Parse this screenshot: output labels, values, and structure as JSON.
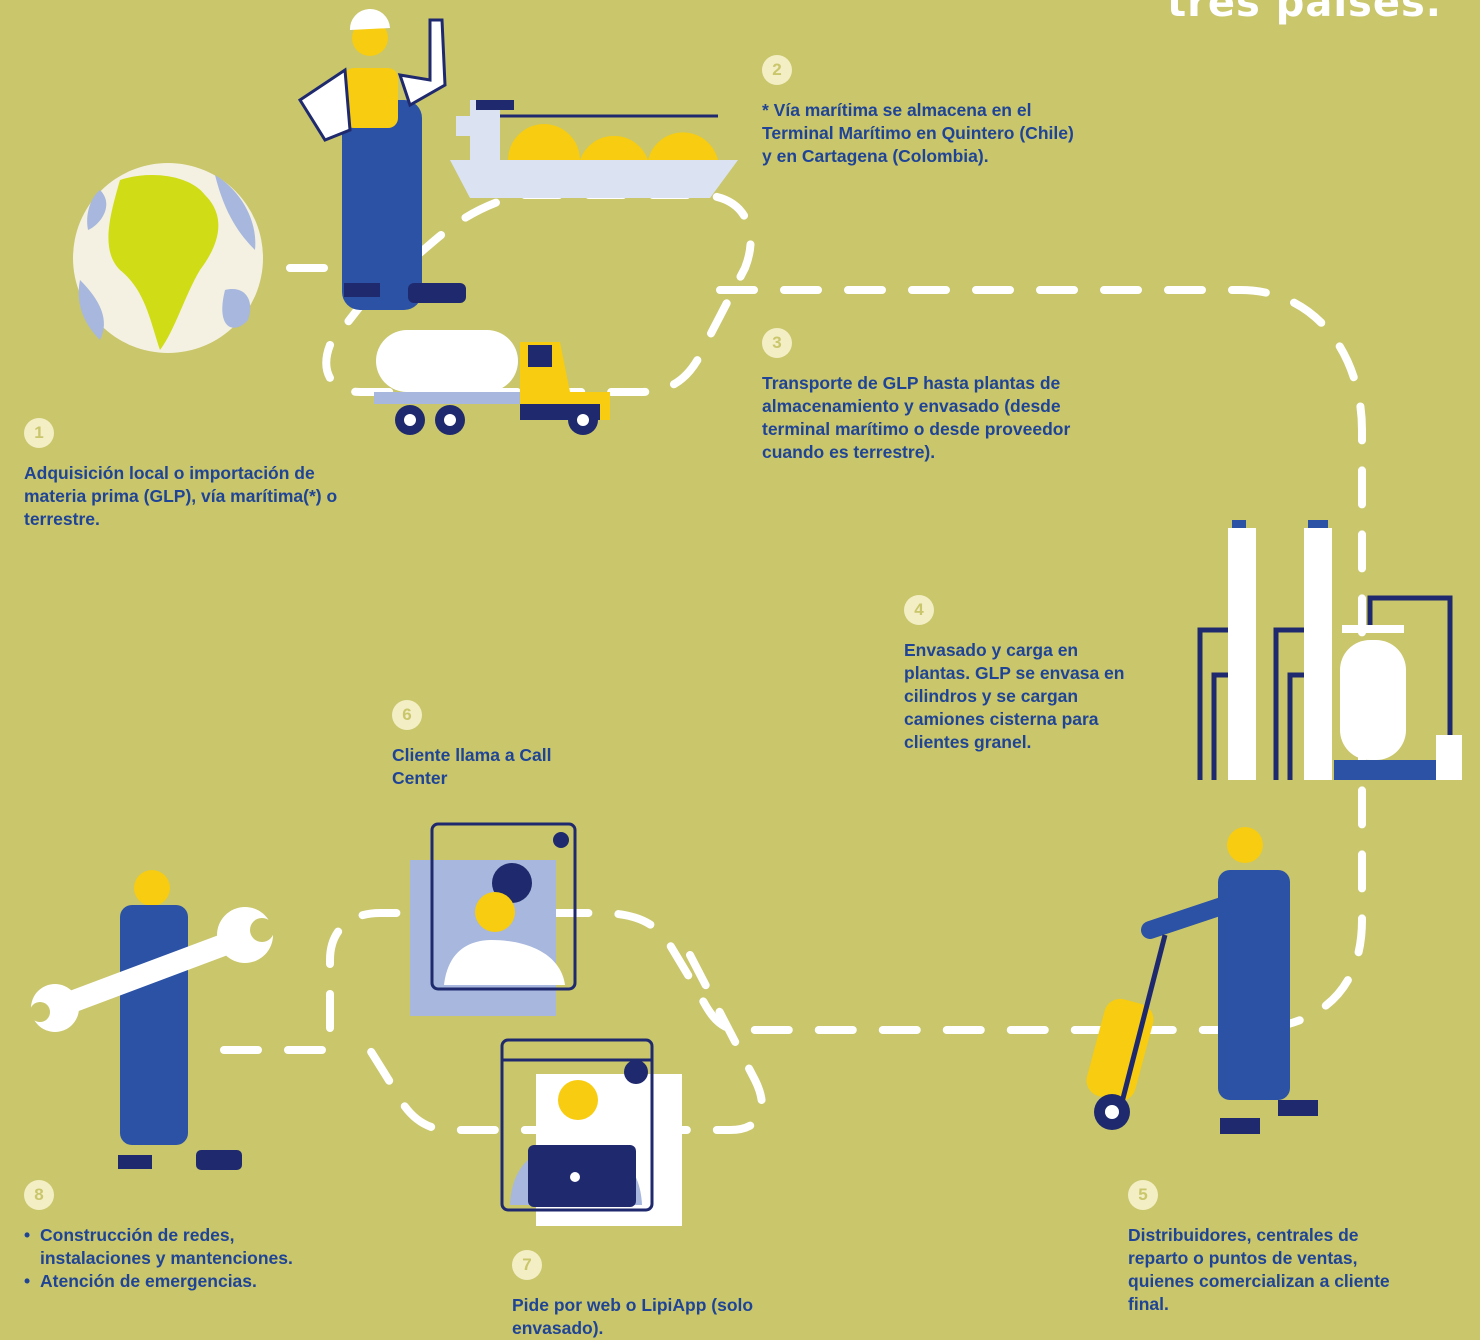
{
  "title": "tres países.",
  "colors": {
    "background": "#c9c66c",
    "blue": "#1f4496",
    "navy": "#1f2a6e",
    "yellow": "#f7cc11",
    "badge": "#f3eec3",
    "lightblue": "#a7b7dd"
  },
  "steps": [
    {
      "num": "1",
      "text": "Adquisición local o importación de materia prima (GLP), vía marítima(*) o terrestre."
    },
    {
      "num": "2",
      "text": "* Vía marítima se almacena en el Terminal Marítimo en Quintero (Chile) y en Cartagena (Colombia)."
    },
    {
      "num": "3",
      "text": "Transporte de GLP hasta plantas de almacenamiento y envasado (desde terminal marítimo o desde proveedor cuando es terrestre)."
    },
    {
      "num": "4",
      "text": "Envasado y carga en plantas. GLP se envasa en cilindros y se cargan camiones cisterna para clientes granel."
    },
    {
      "num": "5",
      "text": "Distribuidores, centrales de reparto o puntos de ventas, quienes comercializan a cliente final."
    },
    {
      "num": "6",
      "text": "Cliente llama a Call Center"
    },
    {
      "num": "7",
      "text": "Pide por web o LipiApp (solo envasado)."
    },
    {
      "num": "8",
      "items": [
        "Construcción de redes, instalaciones y mantenciones.",
        "Atención de emergencias."
      ]
    }
  ],
  "illustrations": {
    "globe": "globe-icon",
    "ship": "lpg-ship-icon",
    "truck": "tanker-truck-icon",
    "plant": "gas-plant-icon",
    "worker_wave": "worker-waving-icon",
    "courier": "delivery-worker-icon",
    "call_center": "call-center-icon",
    "web_user": "web-order-icon",
    "technician": "technician-wrench-icon"
  }
}
